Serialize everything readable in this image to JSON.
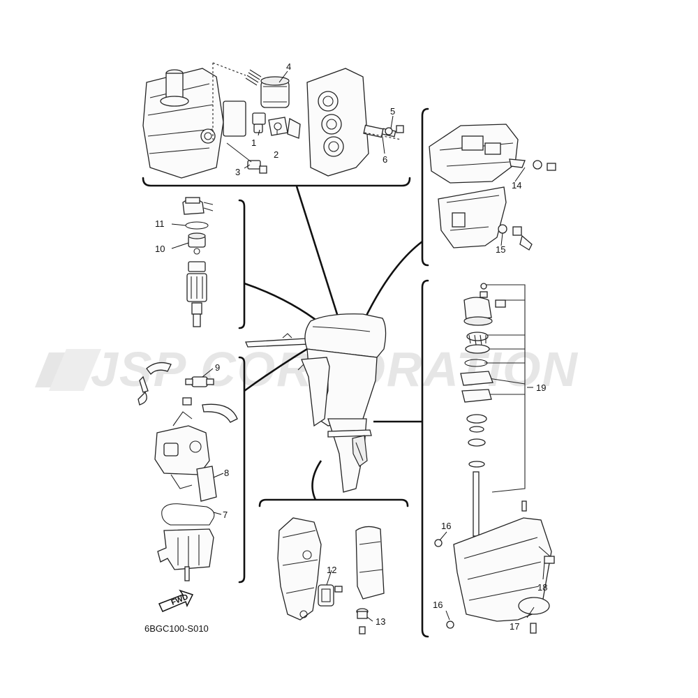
{
  "watermark": {
    "text": "JSP CORPORATION",
    "color": "#e6e6e6"
  },
  "diagram_code": "6BGC100-S010",
  "fwd_badge": "FWD",
  "callouts": {
    "c1": "1",
    "c2": "2",
    "c3": "3",
    "c4": "4",
    "c5": "5",
    "c6": "6",
    "c7": "7",
    "c8": "8",
    "c9": "9",
    "c10": "10",
    "c11": "11",
    "c12": "12",
    "c13": "13",
    "c14": "14",
    "c15": "15",
    "c16a": "16",
    "c16b": "16",
    "c17": "17",
    "c18": "18",
    "c19": "19"
  },
  "icons": {
    "fwd": "fwd-arrow-icon",
    "logo": "jsp-logo-mark"
  }
}
